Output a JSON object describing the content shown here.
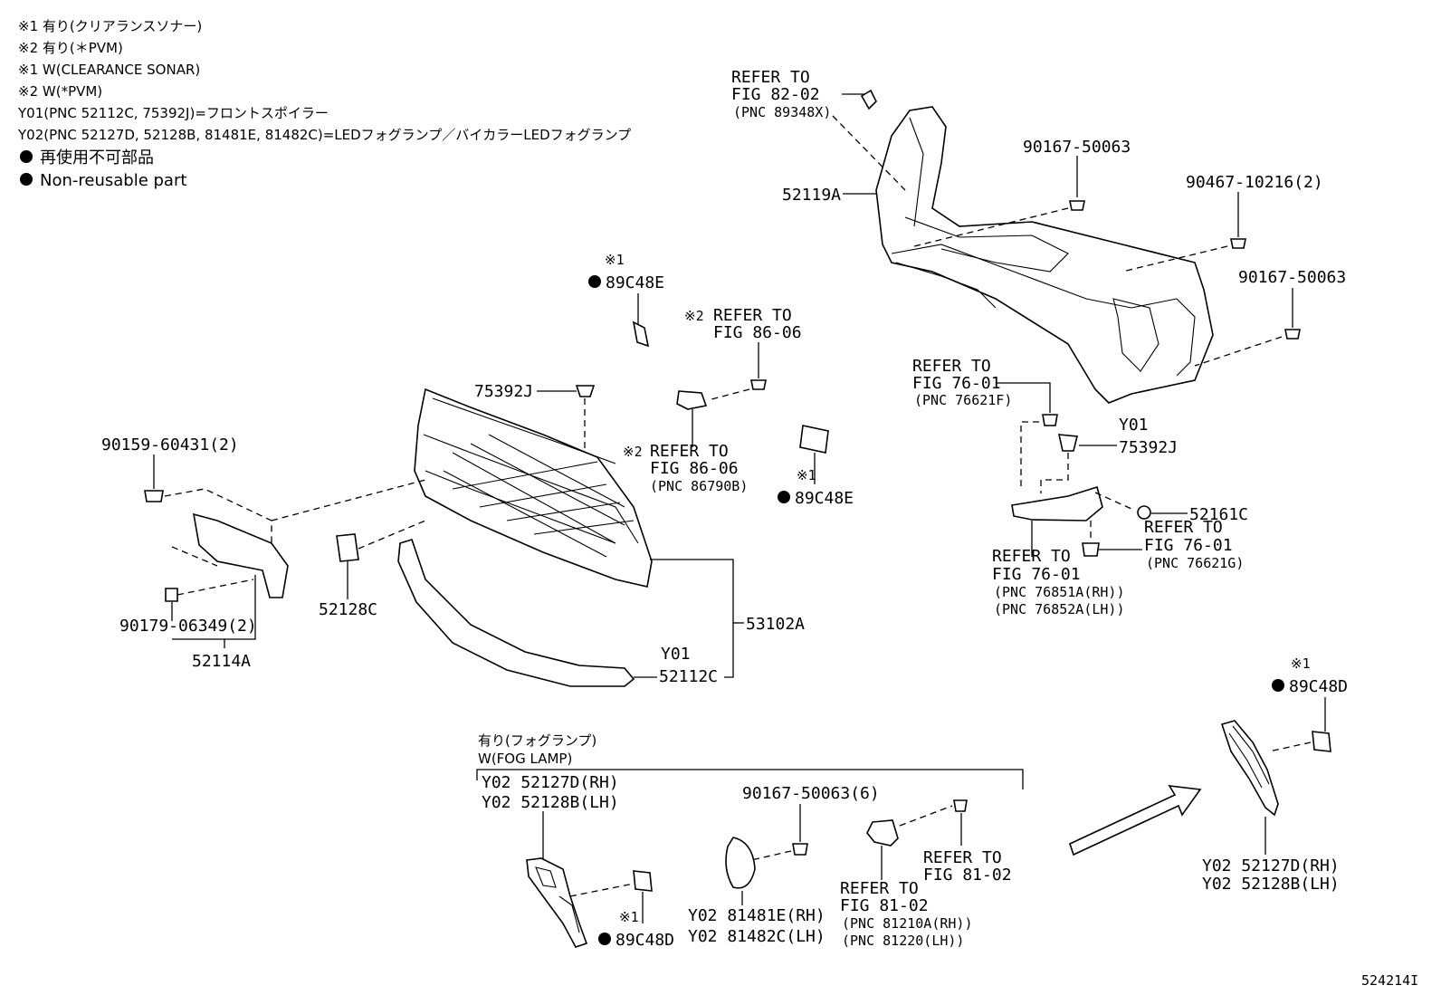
{
  "notes": {
    "n1": "※1 有り(クリアランスソナー)",
    "n2": "※2 有り(＊PVM)",
    "n3": "※1 W(CLEARANCE SONAR)",
    "n4": "※2 W(*PVM)",
    "n5": "Y01(PNC 52112C, 75392J)=フロントスポイラー",
    "n6": "Y02(PNC 52127D, 52128B, 81481E, 81482C)=LEDフォグランプ／バイカラーLEDフォグランプ",
    "n7": "再使用不可部品",
    "n8": "Non-reusable part"
  },
  "labels": {
    "refer_82_1": "REFER TO",
    "refer_82_2": "FIG 82-02",
    "refer_82_3": "(PNC 89348X)",
    "p52119A": "52119A",
    "p90167_a": "90167-50063",
    "p90467": "90467-10216(2)",
    "p90167_b": "90167-50063",
    "s1_a": "※1",
    "p89C48E_a": "89C48E",
    "s2_a": "※2",
    "refer_86a_1": "REFER TO",
    "refer_86a_2": "FIG 86-06",
    "p75392J_a": "75392J",
    "s2_b": "※2",
    "refer_86b_1": "REFER TO",
    "refer_86b_2": "FIG 86-06",
    "refer_86b_3": "(PNC 86790B)",
    "s1_b": "※1",
    "p89C48E_b": "89C48E",
    "refer_76a_1": "REFER TO",
    "refer_76a_2": "FIG 76-01",
    "refer_76a_3": "(PNC 76621F)",
    "y01_a": "Y01",
    "p75392J_b": "75392J",
    "p52161C": "52161C",
    "refer_76b_1": "REFER TO",
    "refer_76b_2": "FIG 76-01",
    "refer_76b_3": "(PNC 76621G)",
    "refer_76c_1": "REFER TO",
    "refer_76c_2": "FIG 76-01",
    "refer_76c_3": "(PNC 76851A(RH))",
    "refer_76c_4": "(PNC 76852A(LH))",
    "p90159": "90159-60431(2)",
    "p90179": "90179-06349(2)",
    "p52114A": "52114A",
    "p52128C": "52128C",
    "p53102A": "53102A",
    "y01_b": "Y01",
    "p52112C": "52112C",
    "s1_c": "※1",
    "p89C48D_a": "89C48D",
    "fog_jp": "有り(フォグランプ)",
    "fog_en": "W(FOG LAMP)",
    "fog_1": "Y02 52127D(RH)",
    "fog_2": "Y02 52128B(LH)",
    "p90167_6": "90167-50063(6)",
    "refer_81a_1": "REFER TO",
    "refer_81a_2": "FIG 81-02",
    "refer_81b_1": "REFER TO",
    "refer_81b_2": "FIG 81-02",
    "refer_81b_3": "(PNC 81210A(RH))",
    "refer_81b_4": "(PNC 81220(LH))",
    "fog_3": "Y02 81481E(RH)",
    "fog_4": "Y02 81482C(LH)",
    "s1_d": "※1",
    "p89C48D_b": "89C48D",
    "right_1": "Y02 52127D(RH)",
    "right_2": "Y02 52128B(LH)",
    "fig_id": "524214I"
  }
}
